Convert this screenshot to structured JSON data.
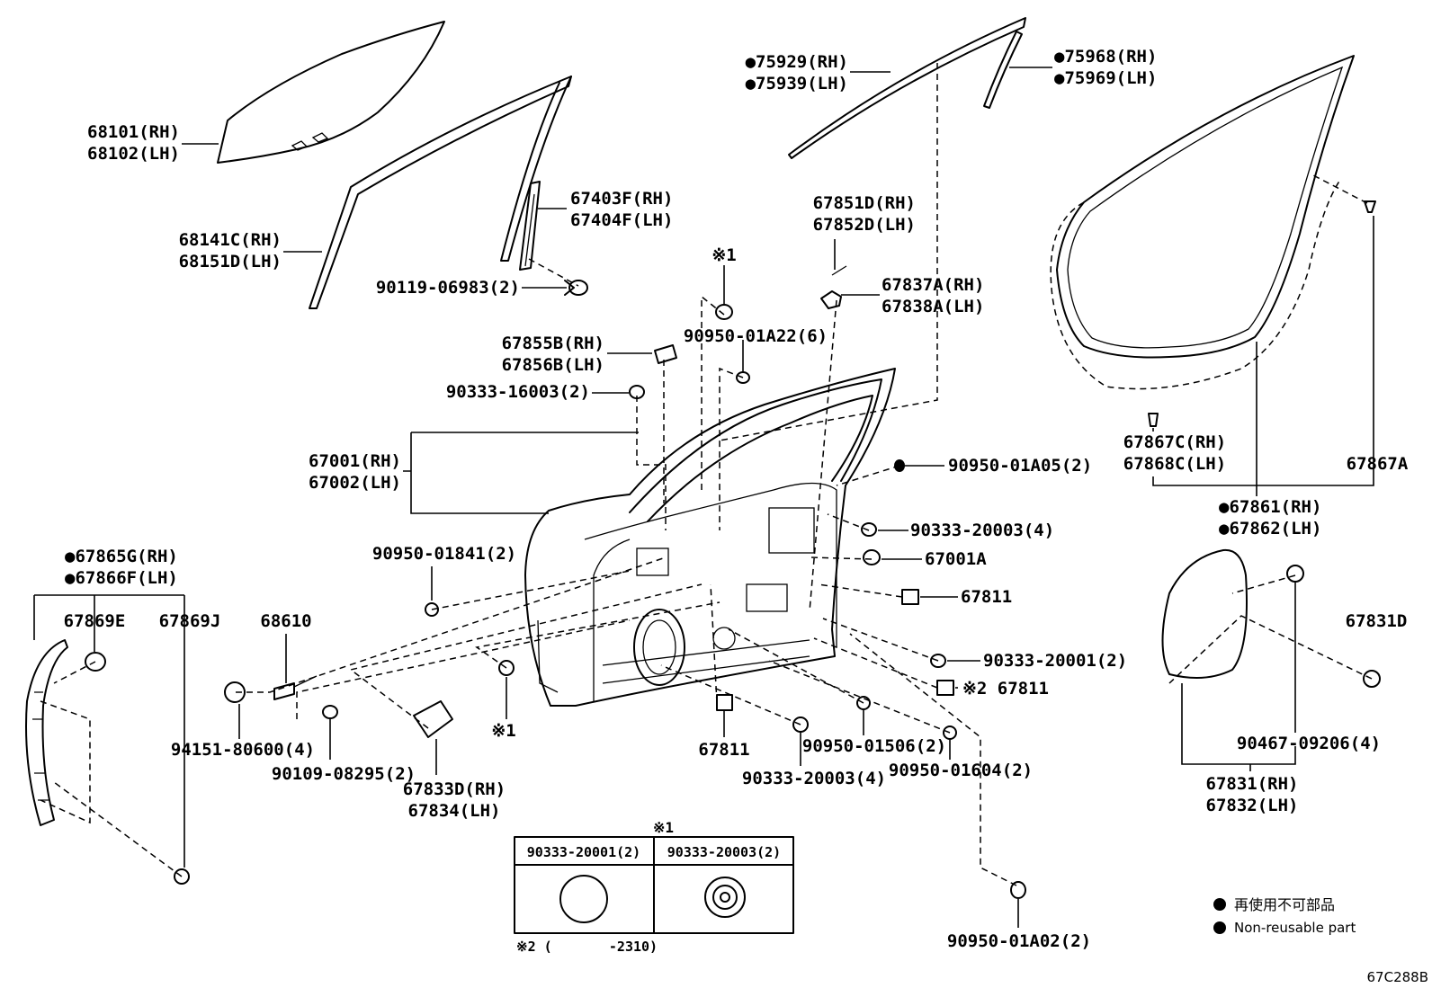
{
  "diagram_code": "67C288B",
  "legend": {
    "line1": "再使用不可部品",
    "line2": "Non-reusable part"
  },
  "callouts": [
    {
      "id": "glass-top",
      "lines": [
        "68101(RH)",
        "68102(LH)"
      ],
      "dot": false
    },
    {
      "id": "glass-run",
      "lines": [
        "68141C(RH)",
        "68151D(LH)"
      ],
      "dot": false
    },
    {
      "id": "division-bar",
      "lines": [
        "67403F(RH)",
        "67404F(LH)"
      ],
      "dot": false
    },
    {
      "id": "bolt-06983",
      "lines": [
        "90119-06983(2)"
      ],
      "dot": false
    },
    {
      "id": "belt-molding-rh",
      "lines": [
        "●75929(RH)",
        "●75939(LH)"
      ],
      "dot": false
    },
    {
      "id": "molding-75968",
      "lines": [
        "●75968(RH)",
        "●75969(LH)"
      ],
      "dot": false
    },
    {
      "id": "ref-1-top",
      "lines": [
        "※1"
      ],
      "dot": false
    },
    {
      "id": "weatherstrip-67851",
      "lines": [
        "67851D(RH)",
        "67852D(LH)"
      ],
      "dot": false
    },
    {
      "id": "clip-67837",
      "lines": [
        "67837A(RH)",
        "67838A(LH)"
      ],
      "dot": false
    },
    {
      "id": "hole-plug-01a22",
      "lines": [
        "90950-01A22(6)"
      ],
      "dot": false
    },
    {
      "id": "bracket-67855",
      "lines": [
        "67855B(RH)",
        "67856B(LH)"
      ],
      "dot": false
    },
    {
      "id": "plug-16003",
      "lines": [
        "90333-16003(2)"
      ],
      "dot": false
    },
    {
      "id": "door-panel",
      "lines": [
        "67001(RH)",
        "67002(LH)"
      ],
      "dot": false
    },
    {
      "id": "plug-01a05",
      "lines": [
        "90950-01A05(2)"
      ],
      "dot": false
    },
    {
      "id": "plug-20003-a",
      "lines": [
        "90333-20003(4)"
      ],
      "dot": false
    },
    {
      "id": "plug-67001a",
      "lines": [
        "67001A"
      ],
      "dot": false
    },
    {
      "id": "pad-67811-a",
      "lines": [
        "67811"
      ],
      "dot": false
    },
    {
      "id": "plug-20001",
      "lines": [
        "90333-20001(2)"
      ],
      "dot": false
    },
    {
      "id": "pad-67811-b",
      "lines": [
        "※2 67811"
      ],
      "dot": false
    },
    {
      "id": "plug-01841",
      "lines": [
        "90950-01841(2)"
      ],
      "dot": false
    },
    {
      "id": "weatherstrip-67865",
      "lines": [
        "●67865G(RH)",
        "●67866F(LH)"
      ],
      "dot": false
    },
    {
      "id": "clip-67869e",
      "lines": [
        "67869E"
      ],
      "dot": false
    },
    {
      "id": "clip-67869j",
      "lines": [
        "67869J"
      ],
      "dot": false
    },
    {
      "id": "stud-68610",
      "lines": [
        "68610"
      ],
      "dot": false
    },
    {
      "id": "nut-94151",
      "lines": [
        "94151-80600(4)"
      ],
      "dot": false
    },
    {
      "id": "bolt-08295",
      "lines": [
        "90109-08295(2)"
      ],
      "dot": false
    },
    {
      "id": "cover-67833",
      "lines": [
        "67833D(RH)",
        "67834(LH)"
      ],
      "dot": false
    },
    {
      "id": "ref-1-mid",
      "lines": [
        "※1"
      ],
      "dot": false
    },
    {
      "id": "pad-67811-c",
      "lines": [
        "67811"
      ],
      "dot": false
    },
    {
      "id": "plug-20003-b",
      "lines": [
        "90333-20003(4)"
      ],
      "dot": false
    },
    {
      "id": "plug-01506",
      "lines": [
        "90950-01506(2)"
      ],
      "dot": false
    },
    {
      "id": "plug-01604",
      "lines": [
        "90950-01604(2)"
      ],
      "dot": false
    },
    {
      "id": "plug-01a02",
      "lines": [
        "90950-01A02(2)"
      ],
      "dot": false
    },
    {
      "id": "clip-67867c",
      "lines": [
        "67867C(RH)",
        "67868C(LH)"
      ],
      "dot": false
    },
    {
      "id": "clip-67867a",
      "lines": [
        "67867A"
      ],
      "dot": false
    },
    {
      "id": "weatherstrip-67861",
      "lines": [
        "●67861(RH)",
        "●67862(LH)"
      ],
      "dot": false
    },
    {
      "id": "clip-67831d",
      "lines": [
        "67831D"
      ],
      "dot": false
    },
    {
      "id": "screw-09206",
      "lines": [
        "90467-09206(4)"
      ],
      "dot": false
    },
    {
      "id": "cover-67831",
      "lines": [
        "67831(RH)",
        "67832(LH)"
      ],
      "dot": false
    }
  ],
  "note_table": {
    "ref": "※1",
    "col1": "90333-20001(2)",
    "col2": "90333-20003(2)",
    "footnote": "※2 (       -2310)"
  }
}
